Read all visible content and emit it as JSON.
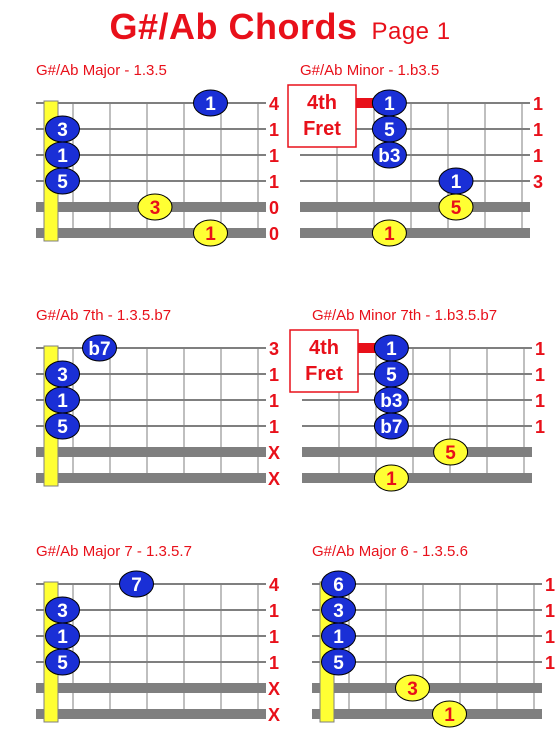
{
  "page": {
    "title": "G#/Ab  Chords",
    "page_label": "Page 1"
  },
  "colors": {
    "red": "#e8101a",
    "blue": "#1a2fd6",
    "yellow": "#ffff33",
    "grid": "#7f7f7f",
    "nut": "#ffff33"
  },
  "chords": [
    {
      "name": "G#/Ab  Major - 1.3.5",
      "nut": true,
      "fret_marker": null,
      "notes": [
        {
          "string": 1,
          "fret": 4.5,
          "label": "1",
          "color": "blue"
        },
        {
          "string": 2,
          "fret": 0.5,
          "label": "3",
          "color": "blue"
        },
        {
          "string": 3,
          "fret": 0.5,
          "label": "1",
          "color": "blue"
        },
        {
          "string": 4,
          "fret": 0.5,
          "label": "5",
          "color": "blue"
        },
        {
          "string": 5,
          "fret": 3.0,
          "label": "3",
          "color": "yellow"
        },
        {
          "string": 6,
          "fret": 4.5,
          "label": "1",
          "color": "yellow"
        }
      ],
      "fingers": [
        "4",
        "1",
        "1",
        "1",
        "0",
        "0"
      ]
    },
    {
      "name": "G#/Ab  Minor - 1.b3.5",
      "nut": false,
      "fret_marker": "4th\nFret",
      "notes": [
        {
          "string": 1,
          "fret": 2.2,
          "label": "1",
          "color": "blue"
        },
        {
          "string": 2,
          "fret": 2.2,
          "label": "5",
          "color": "blue"
        },
        {
          "string": 3,
          "fret": 2.2,
          "label": "b3",
          "color": "blue"
        },
        {
          "string": 4,
          "fret": 4.0,
          "label": "1",
          "color": "blue"
        },
        {
          "string": 5,
          "fret": 4.0,
          "label": "5",
          "color": "yellow"
        },
        {
          "string": 6,
          "fret": 2.2,
          "label": "1",
          "color": "yellow"
        }
      ],
      "fingers": [
        "1",
        "1",
        "1",
        "3",
        "",
        ""
      ]
    },
    {
      "name": "G#/Ab  7th - 1.3.5.b7",
      "nut": true,
      "fret_marker": null,
      "notes": [
        {
          "string": 1,
          "fret": 1.5,
          "label": "b7",
          "color": "blue"
        },
        {
          "string": 2,
          "fret": 0.5,
          "label": "3",
          "color": "blue"
        },
        {
          "string": 3,
          "fret": 0.5,
          "label": "1",
          "color": "blue"
        },
        {
          "string": 4,
          "fret": 0.5,
          "label": "5",
          "color": "blue"
        }
      ],
      "fingers": [
        "3",
        "1",
        "1",
        "1",
        "X",
        "X"
      ]
    },
    {
      "name": "G#/Ab  Minor 7th - 1.b3.5.b7",
      "nut": false,
      "fret_marker": "4th\nFret",
      "notes": [
        {
          "string": 1,
          "fret": 2.2,
          "label": "1",
          "color": "blue"
        },
        {
          "string": 2,
          "fret": 2.2,
          "label": "5",
          "color": "blue"
        },
        {
          "string": 3,
          "fret": 2.2,
          "label": "b3",
          "color": "blue"
        },
        {
          "string": 4,
          "fret": 2.2,
          "label": "b7",
          "color": "blue"
        },
        {
          "string": 5,
          "fret": 3.8,
          "label": "5",
          "color": "yellow"
        },
        {
          "string": 6,
          "fret": 2.2,
          "label": "1",
          "color": "yellow"
        }
      ],
      "fingers": [
        "1",
        "1",
        "1",
        "1",
        "",
        ""
      ]
    },
    {
      "name": "G#/Ab  Major 7 - 1.3.5.7",
      "nut": true,
      "fret_marker": null,
      "notes": [
        {
          "string": 1,
          "fret": 2.5,
          "label": "7",
          "color": "blue"
        },
        {
          "string": 2,
          "fret": 0.5,
          "label": "3",
          "color": "blue"
        },
        {
          "string": 3,
          "fret": 0.5,
          "label": "1",
          "color": "blue"
        },
        {
          "string": 4,
          "fret": 0.5,
          "label": "5",
          "color": "blue"
        }
      ],
      "fingers": [
        "4",
        "1",
        "1",
        "1",
        "X",
        "X"
      ]
    },
    {
      "name": "G#/Ab  Major 6 - 1.3.5.6",
      "nut": true,
      "fret_marker": null,
      "notes": [
        {
          "string": 1,
          "fret": 0.5,
          "label": "6",
          "color": "blue"
        },
        {
          "string": 2,
          "fret": 0.5,
          "label": "3",
          "color": "blue"
        },
        {
          "string": 3,
          "fret": 0.5,
          "label": "1",
          "color": "blue"
        },
        {
          "string": 4,
          "fret": 0.5,
          "label": "5",
          "color": "blue"
        },
        {
          "string": 5,
          "fret": 2.5,
          "label": "3",
          "color": "yellow"
        },
        {
          "string": 6,
          "fret": 3.5,
          "label": "1",
          "color": "yellow"
        }
      ],
      "fingers": [
        "1",
        "1",
        "1",
        "1",
        "",
        ""
      ]
    }
  ]
}
